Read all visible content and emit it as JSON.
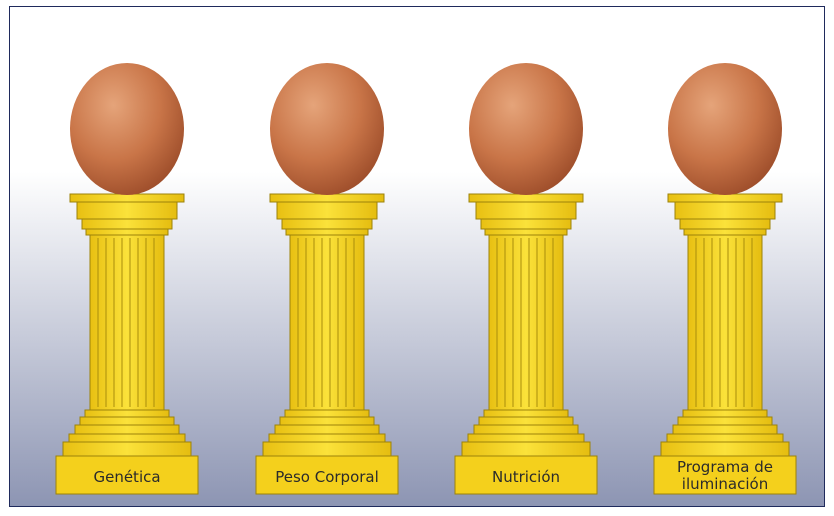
{
  "pillars": [
    {
      "label_lines": [
        "Genética"
      ]
    },
    {
      "label_lines": [
        "Peso Corporal"
      ]
    },
    {
      "label_lines": [
        "Nutrición"
      ]
    },
    {
      "label_lines": [
        "Programa de",
        "iluminación"
      ]
    }
  ],
  "colors": {
    "gold": "#f6d21e",
    "gold_dark": "#b89a10",
    "egg_light": "#d99468",
    "egg_dark": "#a9562f",
    "bg_top": "#ffffff",
    "bg_bottom": "#8d95b3",
    "border": "#1f2a5c"
  },
  "icons": [
    "egg-icon",
    "column-icon"
  ]
}
